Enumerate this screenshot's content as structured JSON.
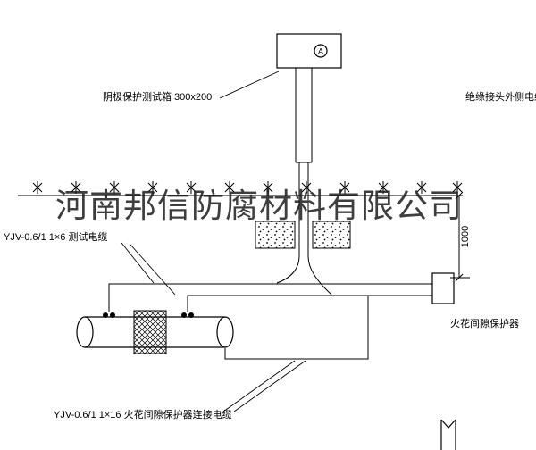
{
  "watermark": "河南邦信防腐材料有限公司",
  "labels": {
    "test_box": "阴极保护测试箱 300x200",
    "insulated_joint_cable": "绝缘接头外侧电缆",
    "test_cable": "YJV-0.6/1 1×6  测试电缆",
    "protector_cable": "YJV-0.6/1 1×16  火花间隙保护器连接电缆",
    "spark_protector": "火花间隙保护器",
    "dimension_value": "1000",
    "ammeter_letter": "A"
  },
  "colors": {
    "line": "#000000",
    "background": "#ffffff",
    "watermark": "#141414"
  }
}
